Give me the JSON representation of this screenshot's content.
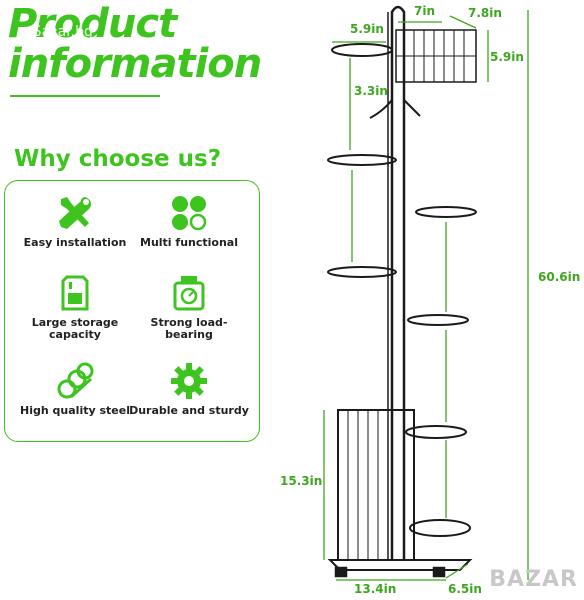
{
  "header": {
    "title_line1": "Product",
    "title_line2": "information",
    "watermark": "Бaзar.bg",
    "subtitle": "Why choose us?"
  },
  "features": [
    {
      "label": "Easy installation",
      "icon": "tools-icon"
    },
    {
      "label": "Multi functional",
      "icon": "grid-dots-icon"
    },
    {
      "label": "Large storage capacity",
      "icon": "sd-card-icon"
    },
    {
      "label": "Strong load-bearing",
      "icon": "scale-icon"
    },
    {
      "label": "High quality steel",
      "icon": "steel-pipes-icon"
    },
    {
      "label": "Durable and sturdy",
      "icon": "gear-icon"
    }
  ],
  "dimensions": {
    "top_left_width": "5.9in",
    "top_width": "7in",
    "basket_depth": "7.8in",
    "basket_height": "5.9in",
    "hook_gap": "3.3in",
    "total_height": "60.6in",
    "base_height": "15.3in",
    "base_width": "13.4in",
    "base_depth": "6.5in"
  },
  "brand_watermark": "BAZAR",
  "colors": {
    "accent": "#3ec41f",
    "dimension": "#3ea61f",
    "frame": "#1a1a1a"
  }
}
